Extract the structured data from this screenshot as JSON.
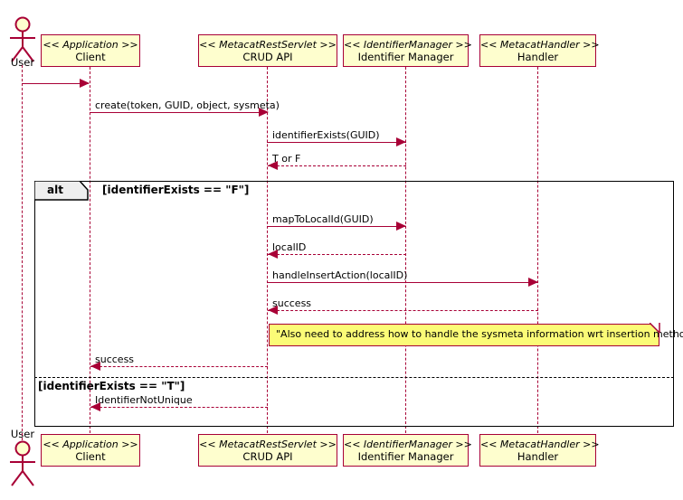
{
  "diagram": {
    "type": "uml-sequence-diagram",
    "title": "",
    "colors": {
      "participant_fill": "#FEFECE",
      "participant_border": "#A80036",
      "lifeline": "#A80036",
      "arrow": "#A80036",
      "note_fill": "#FBFB77",
      "frame_border": "#000000",
      "frame_tab_fill": "#EEEEEE",
      "background": "#FFFFFF"
    },
    "actor": {
      "name": "actor-user",
      "label": "User"
    },
    "participants": [
      {
        "stereotype": "<< Application >>",
        "name": "Client"
      },
      {
        "stereotype": "<< MetacatRestServlet >>",
        "name": "CRUD API"
      },
      {
        "stereotype": "<< IdentifierManager >>",
        "name": "Identifier Manager"
      },
      {
        "stereotype": "<< MetacatHandler >>",
        "name": "Handler"
      }
    ],
    "messages": [
      {
        "label": "",
        "kind": "solid",
        "direction": "right"
      },
      {
        "label": "create(token, GUID, object, sysmeta)",
        "kind": "solid",
        "direction": "right"
      },
      {
        "label": "identifierExists(GUID)",
        "kind": "solid",
        "direction": "right"
      },
      {
        "label": "T or F",
        "kind": "dashed",
        "direction": "left"
      },
      {
        "label": "mapToLocalId(GUID)",
        "kind": "solid",
        "direction": "right"
      },
      {
        "label": "localID",
        "kind": "dashed",
        "direction": "left"
      },
      {
        "label": "handleInsertAction(localID)",
        "kind": "solid",
        "direction": "right"
      },
      {
        "label": "success",
        "kind": "dashed",
        "direction": "left"
      },
      {
        "label": "success",
        "kind": "dashed",
        "direction": "left"
      },
      {
        "label": "IdentifierNotUnique",
        "kind": "dashed",
        "direction": "left"
      }
    ],
    "alt_frame": {
      "operator": "alt",
      "branch_1_condition": "[identifierExists == \"F\"]",
      "branch_2_condition": "[identifierExists == \"T\"]"
    },
    "note": {
      "text": "\"Also need to address how to handle the sysmeta information wrt insertion methods\""
    }
  }
}
